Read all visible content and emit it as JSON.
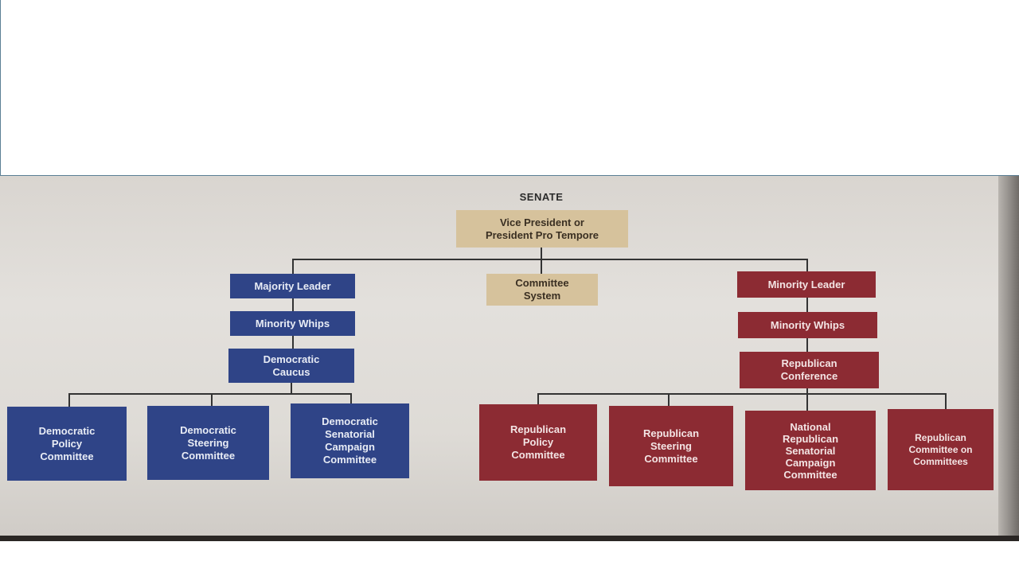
{
  "chart": {
    "title": "SENATE",
    "top": {
      "label": "Vice President or\nPresident Pro Tempore"
    },
    "center": {
      "label": "Committee\nSystem"
    },
    "democratic": {
      "leader": "Majority Leader",
      "whips": "Minority Whips",
      "caucus": "Democratic\nCaucus",
      "committees": [
        "Democratic\nPolicy\nCommittee",
        "Democratic\nSteering\nCommittee",
        "Democratic\nSenatorial\nCampaign\nCommittee"
      ]
    },
    "republican": {
      "leader": "Minority Leader",
      "whips": "Minority Whips",
      "conference": "Republican\nConference",
      "committees": [
        "Republican\nPolicy\nCommittee",
        "Republican\nSteering\nCommittee",
        "National\nRepublican\nSenatorial\nCampaign\nCommittee",
        "Republican\nCommittee on\nCommittees"
      ]
    }
  },
  "colors": {
    "tan": "#d6c29c",
    "democratic_blue": "#2f4487",
    "republican_red": "#8c2b33"
  }
}
